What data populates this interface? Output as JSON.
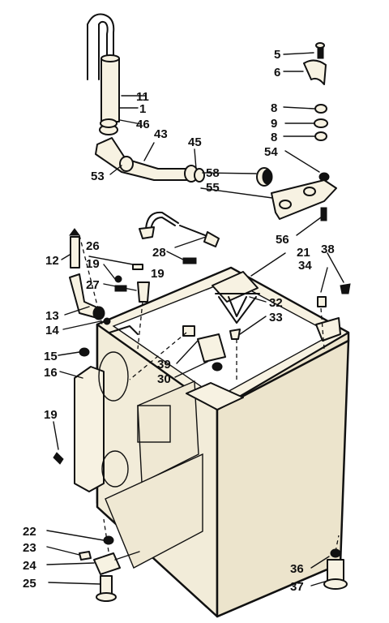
{
  "callouts": [
    {
      "id": "c5",
      "text": "5"
    },
    {
      "id": "c6",
      "text": "6"
    },
    {
      "id": "c11",
      "text": "11"
    },
    {
      "id": "c1",
      "text": "1"
    },
    {
      "id": "c46",
      "text": "46"
    },
    {
      "id": "c43",
      "text": "43"
    },
    {
      "id": "c45",
      "text": "45"
    },
    {
      "id": "c8a",
      "text": "8"
    },
    {
      "id": "c9",
      "text": "9"
    },
    {
      "id": "c8b",
      "text": "8"
    },
    {
      "id": "c54",
      "text": "54"
    },
    {
      "id": "c53",
      "text": "53"
    },
    {
      "id": "c58",
      "text": "58"
    },
    {
      "id": "c55",
      "text": "55"
    },
    {
      "id": "c56",
      "text": "56"
    },
    {
      "id": "c28",
      "text": "28"
    },
    {
      "id": "c21",
      "text": "21"
    },
    {
      "id": "c38",
      "text": "38"
    },
    {
      "id": "c34",
      "text": "34"
    },
    {
      "id": "c12",
      "text": "12"
    },
    {
      "id": "c26",
      "text": "26"
    },
    {
      "id": "c19a",
      "text": "19"
    },
    {
      "id": "c19b",
      "text": "19"
    },
    {
      "id": "c27",
      "text": "27"
    },
    {
      "id": "c13",
      "text": "13"
    },
    {
      "id": "c14",
      "text": "14"
    },
    {
      "id": "c32",
      "text": "32"
    },
    {
      "id": "c33",
      "text": "33"
    },
    {
      "id": "c15",
      "text": "15"
    },
    {
      "id": "c16",
      "text": "16"
    },
    {
      "id": "c39",
      "text": "39"
    },
    {
      "id": "c30",
      "text": "30"
    },
    {
      "id": "c19c",
      "text": "19"
    },
    {
      "id": "c22",
      "text": "22"
    },
    {
      "id": "c23",
      "text": "23"
    },
    {
      "id": "c24",
      "text": "24"
    },
    {
      "id": "c25",
      "text": "25"
    },
    {
      "id": "c36",
      "text": "36"
    },
    {
      "id": "c37",
      "text": "37"
    }
  ]
}
